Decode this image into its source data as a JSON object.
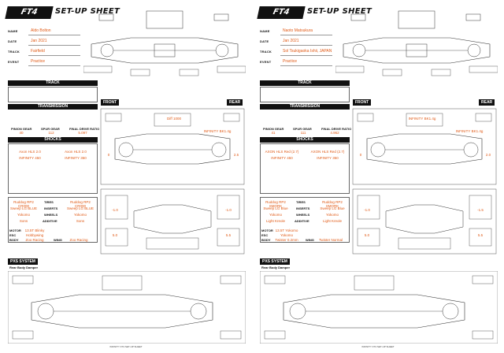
{
  "sheets": [
    {
      "brand": "FT4",
      "title": "SET-UP SHEET",
      "name_label": "NAME",
      "name": "Aldo Bolton",
      "date_label": "DATE",
      "date": "Jan 2021",
      "track_label": "TRACK",
      "track": "Fairfield",
      "event_label": "EVENT",
      "event": "Practice",
      "section_front": "FRONT",
      "section_rear": "REAR",
      "section_pxs": "PXS SYSTEM",
      "section_track": "TRACK",
      "section_transmission": "TRANSMISSION",
      "section_shocks": "SHOCKS",
      "tires_label": "TIRES",
      "tires_front": "Ruddog RP2 CR000",
      "tires_rear": "Ruddog RP2 CR000",
      "insert_label": "INSERTS",
      "insert_front": "Sweep LG BLUE",
      "insert_rear": "Sweep LG BLUE",
      "wheels_label": "WHEELS",
      "wheels_front": "Yokomo",
      "wheels_rear": "Yokomo",
      "additive_label": "ADDITIVE",
      "additive_front": "Sons",
      "additive_rear": "Sons",
      "motor_label": "MOTOR",
      "motor": "13.5T Blinky",
      "esc_label": "ESC",
      "esc": "Hobbywing",
      "body_label": "BODY",
      "body": "Zoo Racing",
      "wing_label": "WING",
      "wing": "Zoo Racing",
      "spur_label": "SPUR GEAR",
      "spur": "112",
      "pinion_label": "PINION GEAR",
      "pinion": "40",
      "fdr_label": "FINAL DRIVE RATIO",
      "fdr": "5.097",
      "oil_front": "INFINITY 450",
      "oil_rear": "INFINITY 350",
      "piston_front": "Axon HLS 2.0",
      "piston_rear": "Axon HLS 2.0",
      "ride_height_front": "5.0",
      "ride_height_rear": "5.5",
      "camber_front": "-1.0",
      "camber_rear": "-1.0",
      "toe_front": "0",
      "toe_rear": "2.5",
      "note_front": "Diff 1000",
      "note_rear": "INFINITY BK1.4g",
      "pxs_note": "Rear Body Damper"
    },
    {
      "brand": "FT4",
      "title": "SET-UP SHEET",
      "name_label": "NAME",
      "name": "Naoto Matsukura",
      "date_label": "DATE",
      "date": "Jan 2021",
      "track_label": "TRACK",
      "track": "Sol Tsukigaoka Ishii, JAPAN",
      "event_label": "EVENT",
      "event": "Practice",
      "section_front": "FRONT",
      "section_rear": "REAR",
      "section_pxs": "PXS SYSTEM",
      "section_track": "TRACK",
      "section_transmission": "TRANSMISSION",
      "section_shocks": "SHOCKS",
      "tires_label": "TIRES",
      "tires_front": "Ruddog RP2 SMORK",
      "tires_rear": "Ruddog RP2 SMORK",
      "insert_label": "INSERTS",
      "insert_front": "Sweep LG Blue",
      "insert_rear": "Sweep LG Blue",
      "wheels_label": "WHEELS",
      "wheels_front": "Yokomo",
      "wheels_rear": "Yokomo",
      "additive_label": "ADDITIVE",
      "additive_front": "Light Kreole",
      "additive_rear": "Light Kreole",
      "motor_label": "MOTOR",
      "motor": "13.5T Yokomo",
      "esc_label": "ESC",
      "esc": "Yokomo",
      "body_label": "BODY",
      "body": "Twister 0.2mm",
      "wing_label": "WING",
      "wing": "Twister Normal",
      "spur_label": "SPUR GEAR",
      "spur": "111",
      "pinion_label": "PINION GEAR",
      "pinion": "41",
      "fdr_label": "FINAL DRIVE RATIO",
      "fdr": "4.962",
      "oil_front": "INFINITY 450",
      "oil_rear": "INFINITY 350",
      "piston_front": "AXON HLS Red (2.7)",
      "piston_rear": "AXON HLS Red (2.7)",
      "ride_height_front": "5.0",
      "ride_height_rear": "5.5",
      "camber_front": "-1.0",
      "camber_rear": "-1.5",
      "toe_front": "0",
      "toe_rear": "2.0",
      "note_front": "INFINITY BK1.4g",
      "note_rear": "INFINITY BK1.4g",
      "pxs_note": "Rear Body Damper"
    }
  ],
  "footer": "INFINITY FT4 SET-UP SHEET"
}
